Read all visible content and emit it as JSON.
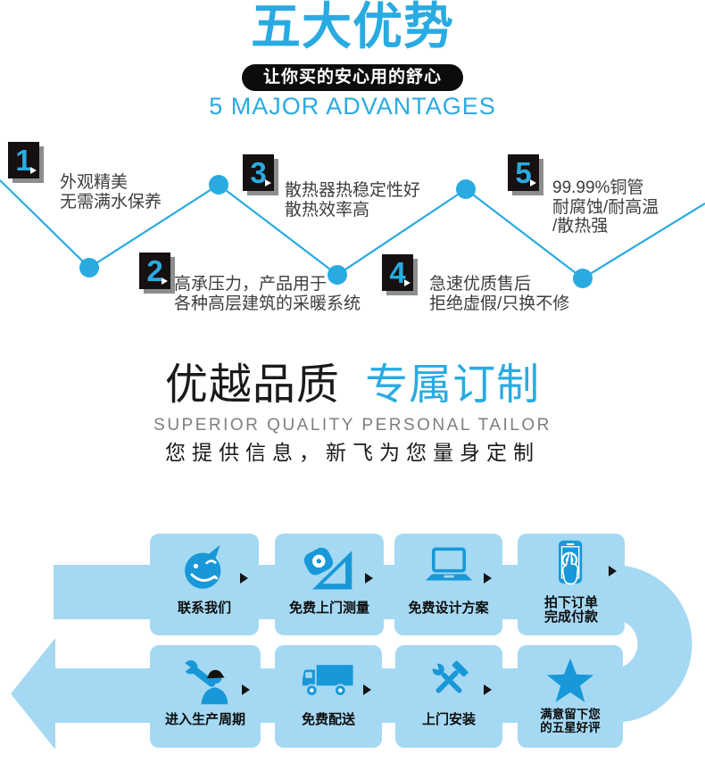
{
  "advantages_header": {
    "title": "五大优势",
    "banner": "让你买的安心用的舒心",
    "subtitle_en": "5 MAJOR  ADVANTAGES"
  },
  "advantages": [
    {
      "num": "1",
      "text": "外观精美\n无需满水保养"
    },
    {
      "num": "2",
      "text": "高承压力，产品用于\n各种高层建筑的采暖系统"
    },
    {
      "num": "3",
      "text": "散热器热稳定性好\n散热效率高"
    },
    {
      "num": "4",
      "text": "急速优质售后\n拒绝虚假/只换不修"
    },
    {
      "num": "5",
      "text": "99.99%铜管\n耐腐蚀/耐高温\n/散热强"
    }
  ],
  "quality_header": {
    "title_black": "优越品质",
    "title_blue": "专属订制",
    "subtitle_en": "SUPERIOR QUALITY PERSONAL TAILOR",
    "subtitle_cn": "您提供信息，新飞为您量身定制"
  },
  "process": {
    "steps_row1": [
      {
        "label": "联系我们",
        "icon": "chat-smiley-icon"
      },
      {
        "label": "免费上门测量",
        "icon": "measure-ruler-icon"
      },
      {
        "label": "免费设计方案",
        "icon": "laptop-icon"
      },
      {
        "label": "拍下订单\n完成付款",
        "icon": "phone-order-icon"
      }
    ],
    "steps_row2": [
      {
        "label": "进入生产周期",
        "icon": "worker-wrench-icon"
      },
      {
        "label": "免费配送",
        "icon": "delivery-truck-icon"
      },
      {
        "label": "上门安装",
        "icon": "install-tools-icon"
      },
      {
        "label": "满意留下您\n的五星好评",
        "icon": "star-icon"
      }
    ]
  },
  "colors": {
    "accent_blue": "#29abe2",
    "icon_blue": "#1898d8",
    "light_blue": "#a5d9f3",
    "banner_black": "#0d0b0b"
  }
}
